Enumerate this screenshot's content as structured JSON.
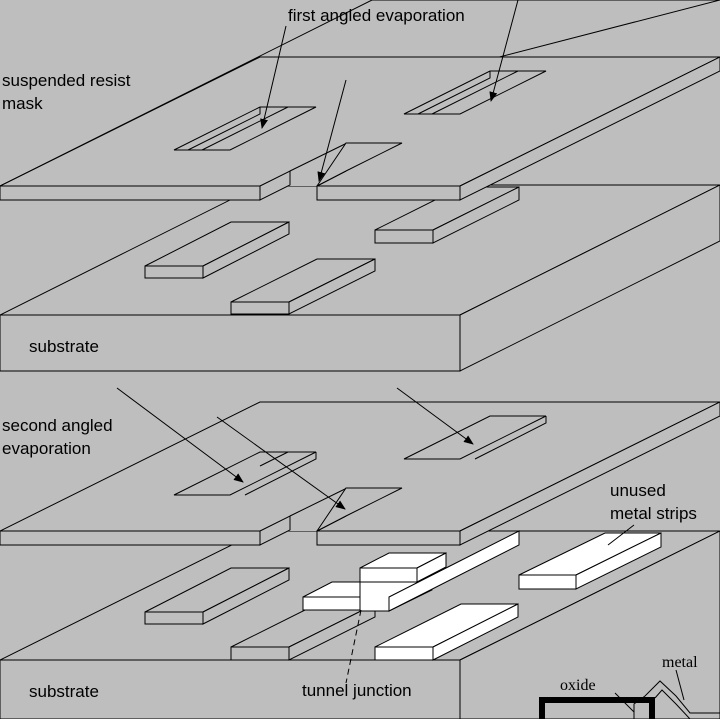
{
  "labels": {
    "first_evap": "first angled evaporation",
    "resist_1": "suspended resist",
    "resist_2": "mask",
    "substrate_top": "substrate",
    "second_evap_1": "second angled",
    "second_evap_2": "evaporation",
    "unused_1": "unused",
    "unused_2": "metal strips",
    "substrate_bottom": "substrate",
    "tunnel": "tunnel junction",
    "oxide": "oxide",
    "metal": "metal"
  },
  "colors": {
    "background": "#bebebe",
    "outline": "#000000",
    "new_metal": "#ffffff"
  }
}
